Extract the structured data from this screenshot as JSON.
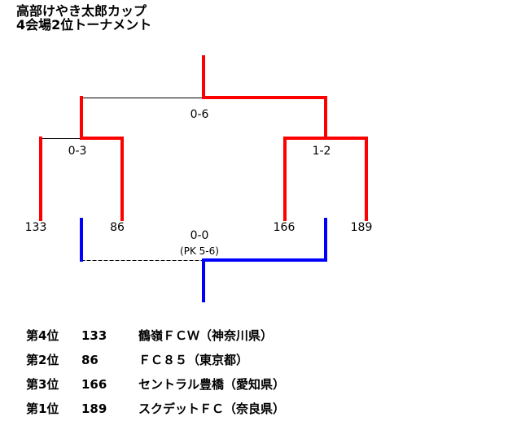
{
  "title": {
    "line1": "高部けやき太郎カップ",
    "line2": "4会場2位トーナメント"
  },
  "bracket": {
    "final_score": "0-6",
    "semi_left_score": "0-3",
    "semi_right_score": "1-2",
    "third_place_score": "0-0",
    "third_place_pk": "(PK 5-6)",
    "teams": [
      "133",
      "86",
      "166",
      "189"
    ],
    "colors": {
      "winner": "#ff0000",
      "third_place": "#0000ff",
      "line": "#000000"
    }
  },
  "results": [
    {
      "rank": "第4位",
      "number": "133",
      "team": "鶴嶺ＦＣＷ（神奈川県）"
    },
    {
      "rank": "第2位",
      "number": "86",
      "team": "ＦＣ８５（東京都）"
    },
    {
      "rank": "第3位",
      "number": "166",
      "team": "セントラル豊橋（愛知県）"
    },
    {
      "rank": "第1位",
      "number": "189",
      "team": "スクデットＦＣ（奈良県）"
    }
  ]
}
